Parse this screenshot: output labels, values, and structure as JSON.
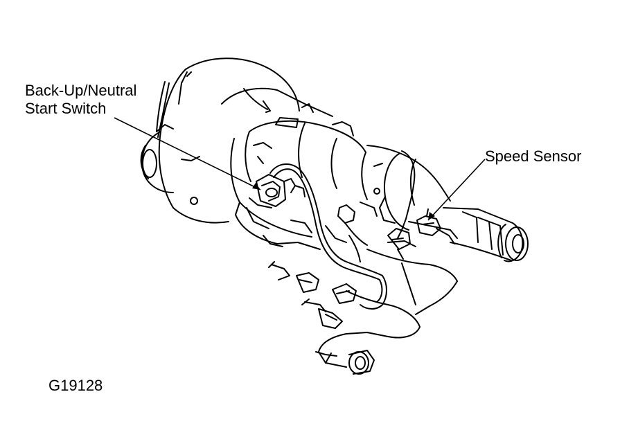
{
  "labels": {
    "switch_line1": "Back-Up/Neutral",
    "switch_line2": "Start Switch",
    "sensor": "Speed Sensor",
    "figure_id": "G19128"
  },
  "colors": {
    "ink": "#000000",
    "paper": "#ffffff"
  }
}
